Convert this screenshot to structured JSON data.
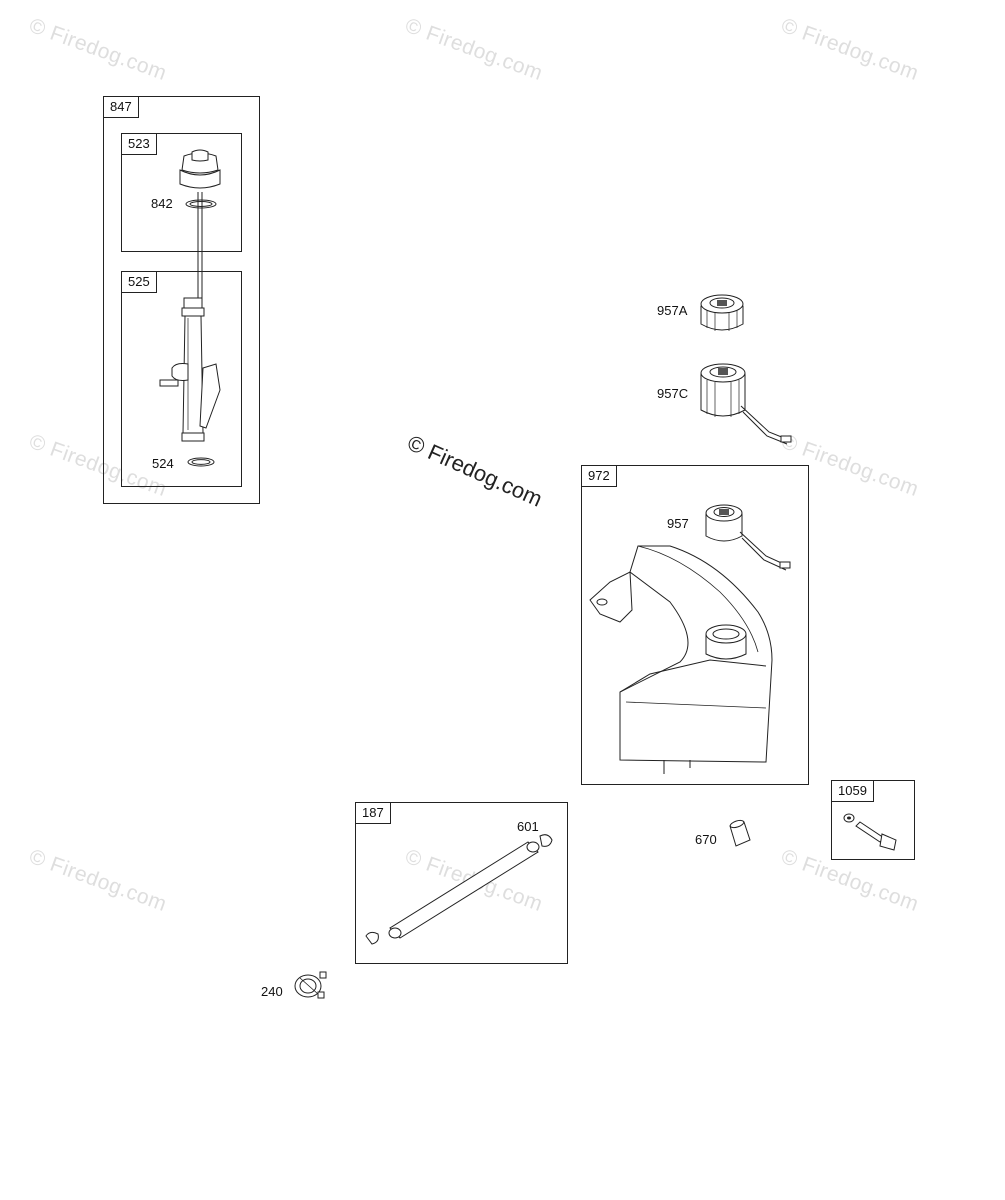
{
  "watermark": {
    "text": "© Firedog.com"
  },
  "assemblies": {
    "a847": "847",
    "a523": "523",
    "a525": "525",
    "a972": "972",
    "a187": "187",
    "a1059": "1059"
  },
  "parts": {
    "p842": "842",
    "p524": "524",
    "p957A": "957A",
    "p957C": "957C",
    "p957": "957",
    "p601": "601",
    "p670": "670",
    "p240": "240"
  }
}
